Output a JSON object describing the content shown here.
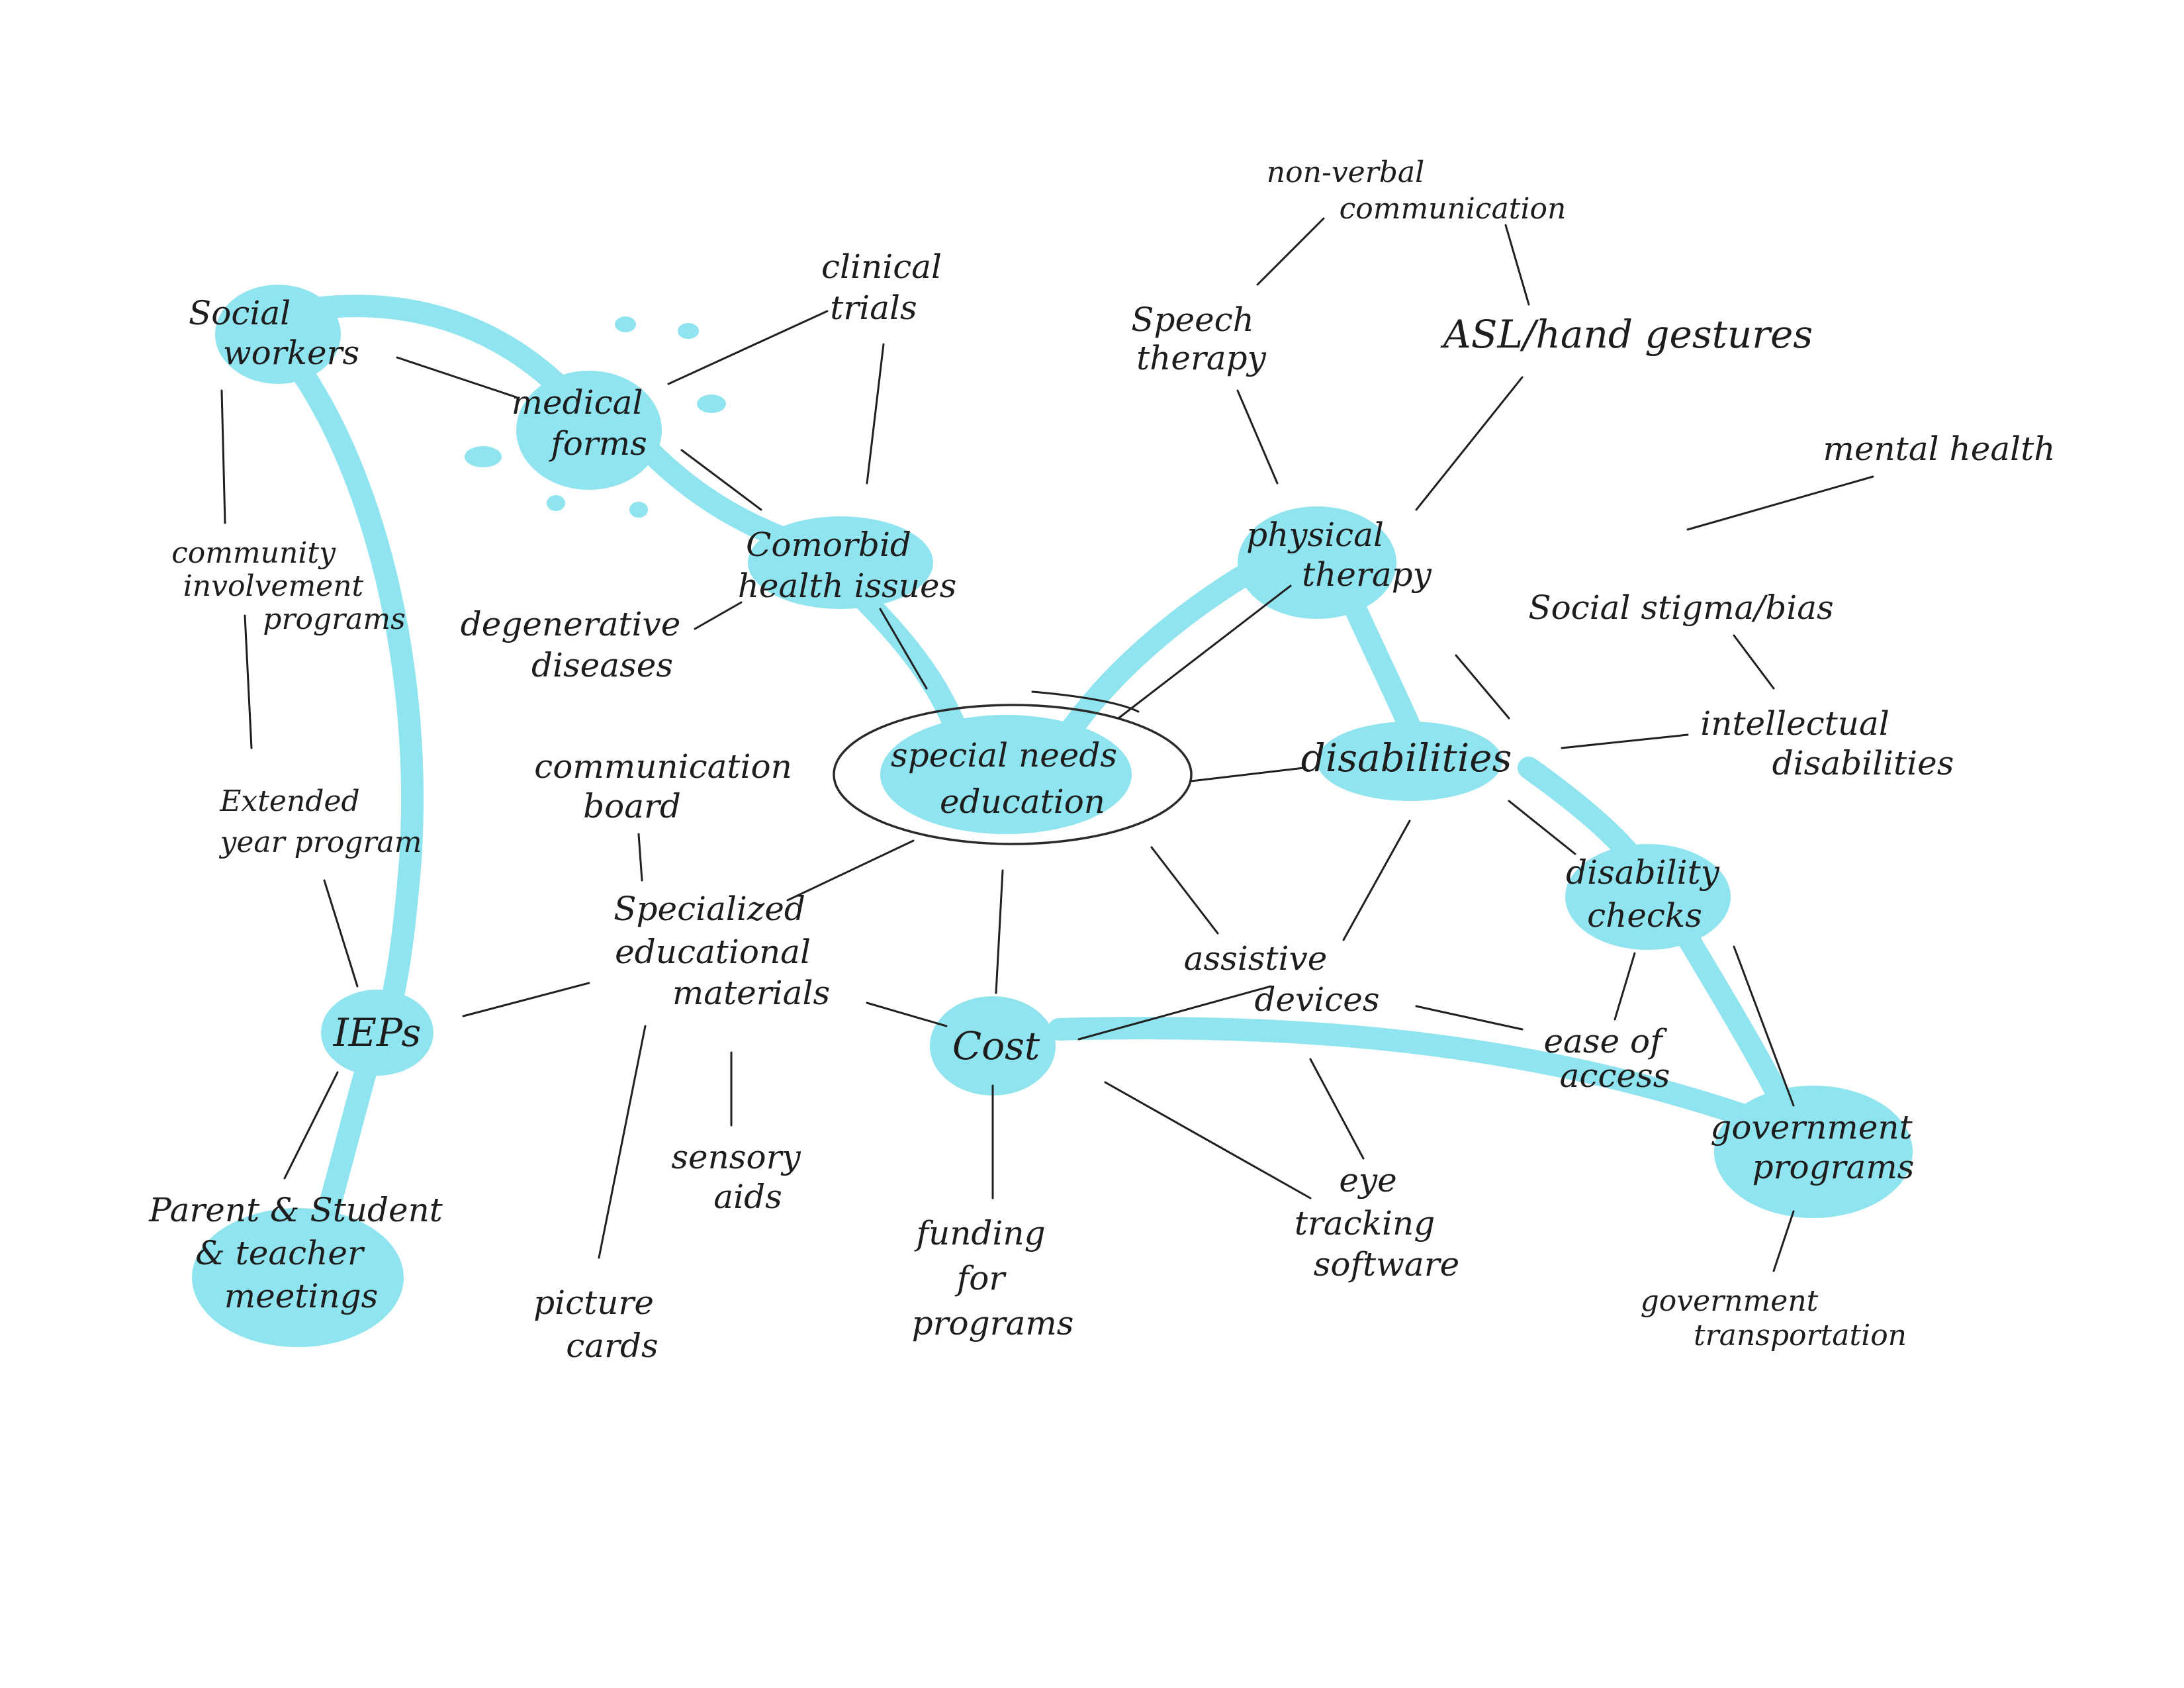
{
  "diagram": {
    "center": {
      "label_line1": "special needs",
      "label_line2": "education"
    },
    "nodes": {
      "social_workers": [
        "Social",
        "workers"
      ],
      "medical_forms": [
        "medical",
        "forms"
      ],
      "clinical_trials": [
        "clinical",
        "trials"
      ],
      "comorbid": [
        "Comorbid",
        "health issues"
      ],
      "degenerative": [
        "degenerative",
        "diseases"
      ],
      "community": [
        "community",
        "involvement",
        "programs"
      ],
      "extended_year": [
        "Extended",
        "year program"
      ],
      "ieps": [
        "IEPs"
      ],
      "meetings": [
        "Parent & Student",
        "& teacher",
        "meetings"
      ],
      "communication_board": [
        "communication",
        "board"
      ],
      "specialized_materials": [
        "Specialized",
        "educational",
        "materials"
      ],
      "picture_cards": [
        "picture",
        "cards"
      ],
      "sensory_aids": [
        "sensory",
        "aids"
      ],
      "cost": [
        "Cost"
      ],
      "funding": [
        "funding",
        "for",
        "programs"
      ],
      "assistive_devices": [
        "assistive",
        "devices"
      ],
      "eye_tracking": [
        "eye",
        "tracking",
        "software"
      ],
      "nonverbal": [
        "non-verbal",
        "communication"
      ],
      "speech_therapy": [
        "Speech",
        "therapy"
      ],
      "asl": [
        "ASL/hand gestures"
      ],
      "physical_therapy": [
        "physical",
        "therapy"
      ],
      "mental_health": [
        "mental health"
      ],
      "social_stigma": [
        "Social stigma/bias"
      ],
      "disabilities": [
        "disabilities"
      ],
      "intellectual": [
        "intellectual",
        "disabilities"
      ],
      "disability_checks": [
        "disability",
        "checks"
      ],
      "ease_access": [
        "ease of",
        "access"
      ],
      "government_programs": [
        "government",
        "programs"
      ],
      "government_transportation": [
        "government",
        "transportation"
      ]
    },
    "highlight_color": "#8fe4f0"
  }
}
